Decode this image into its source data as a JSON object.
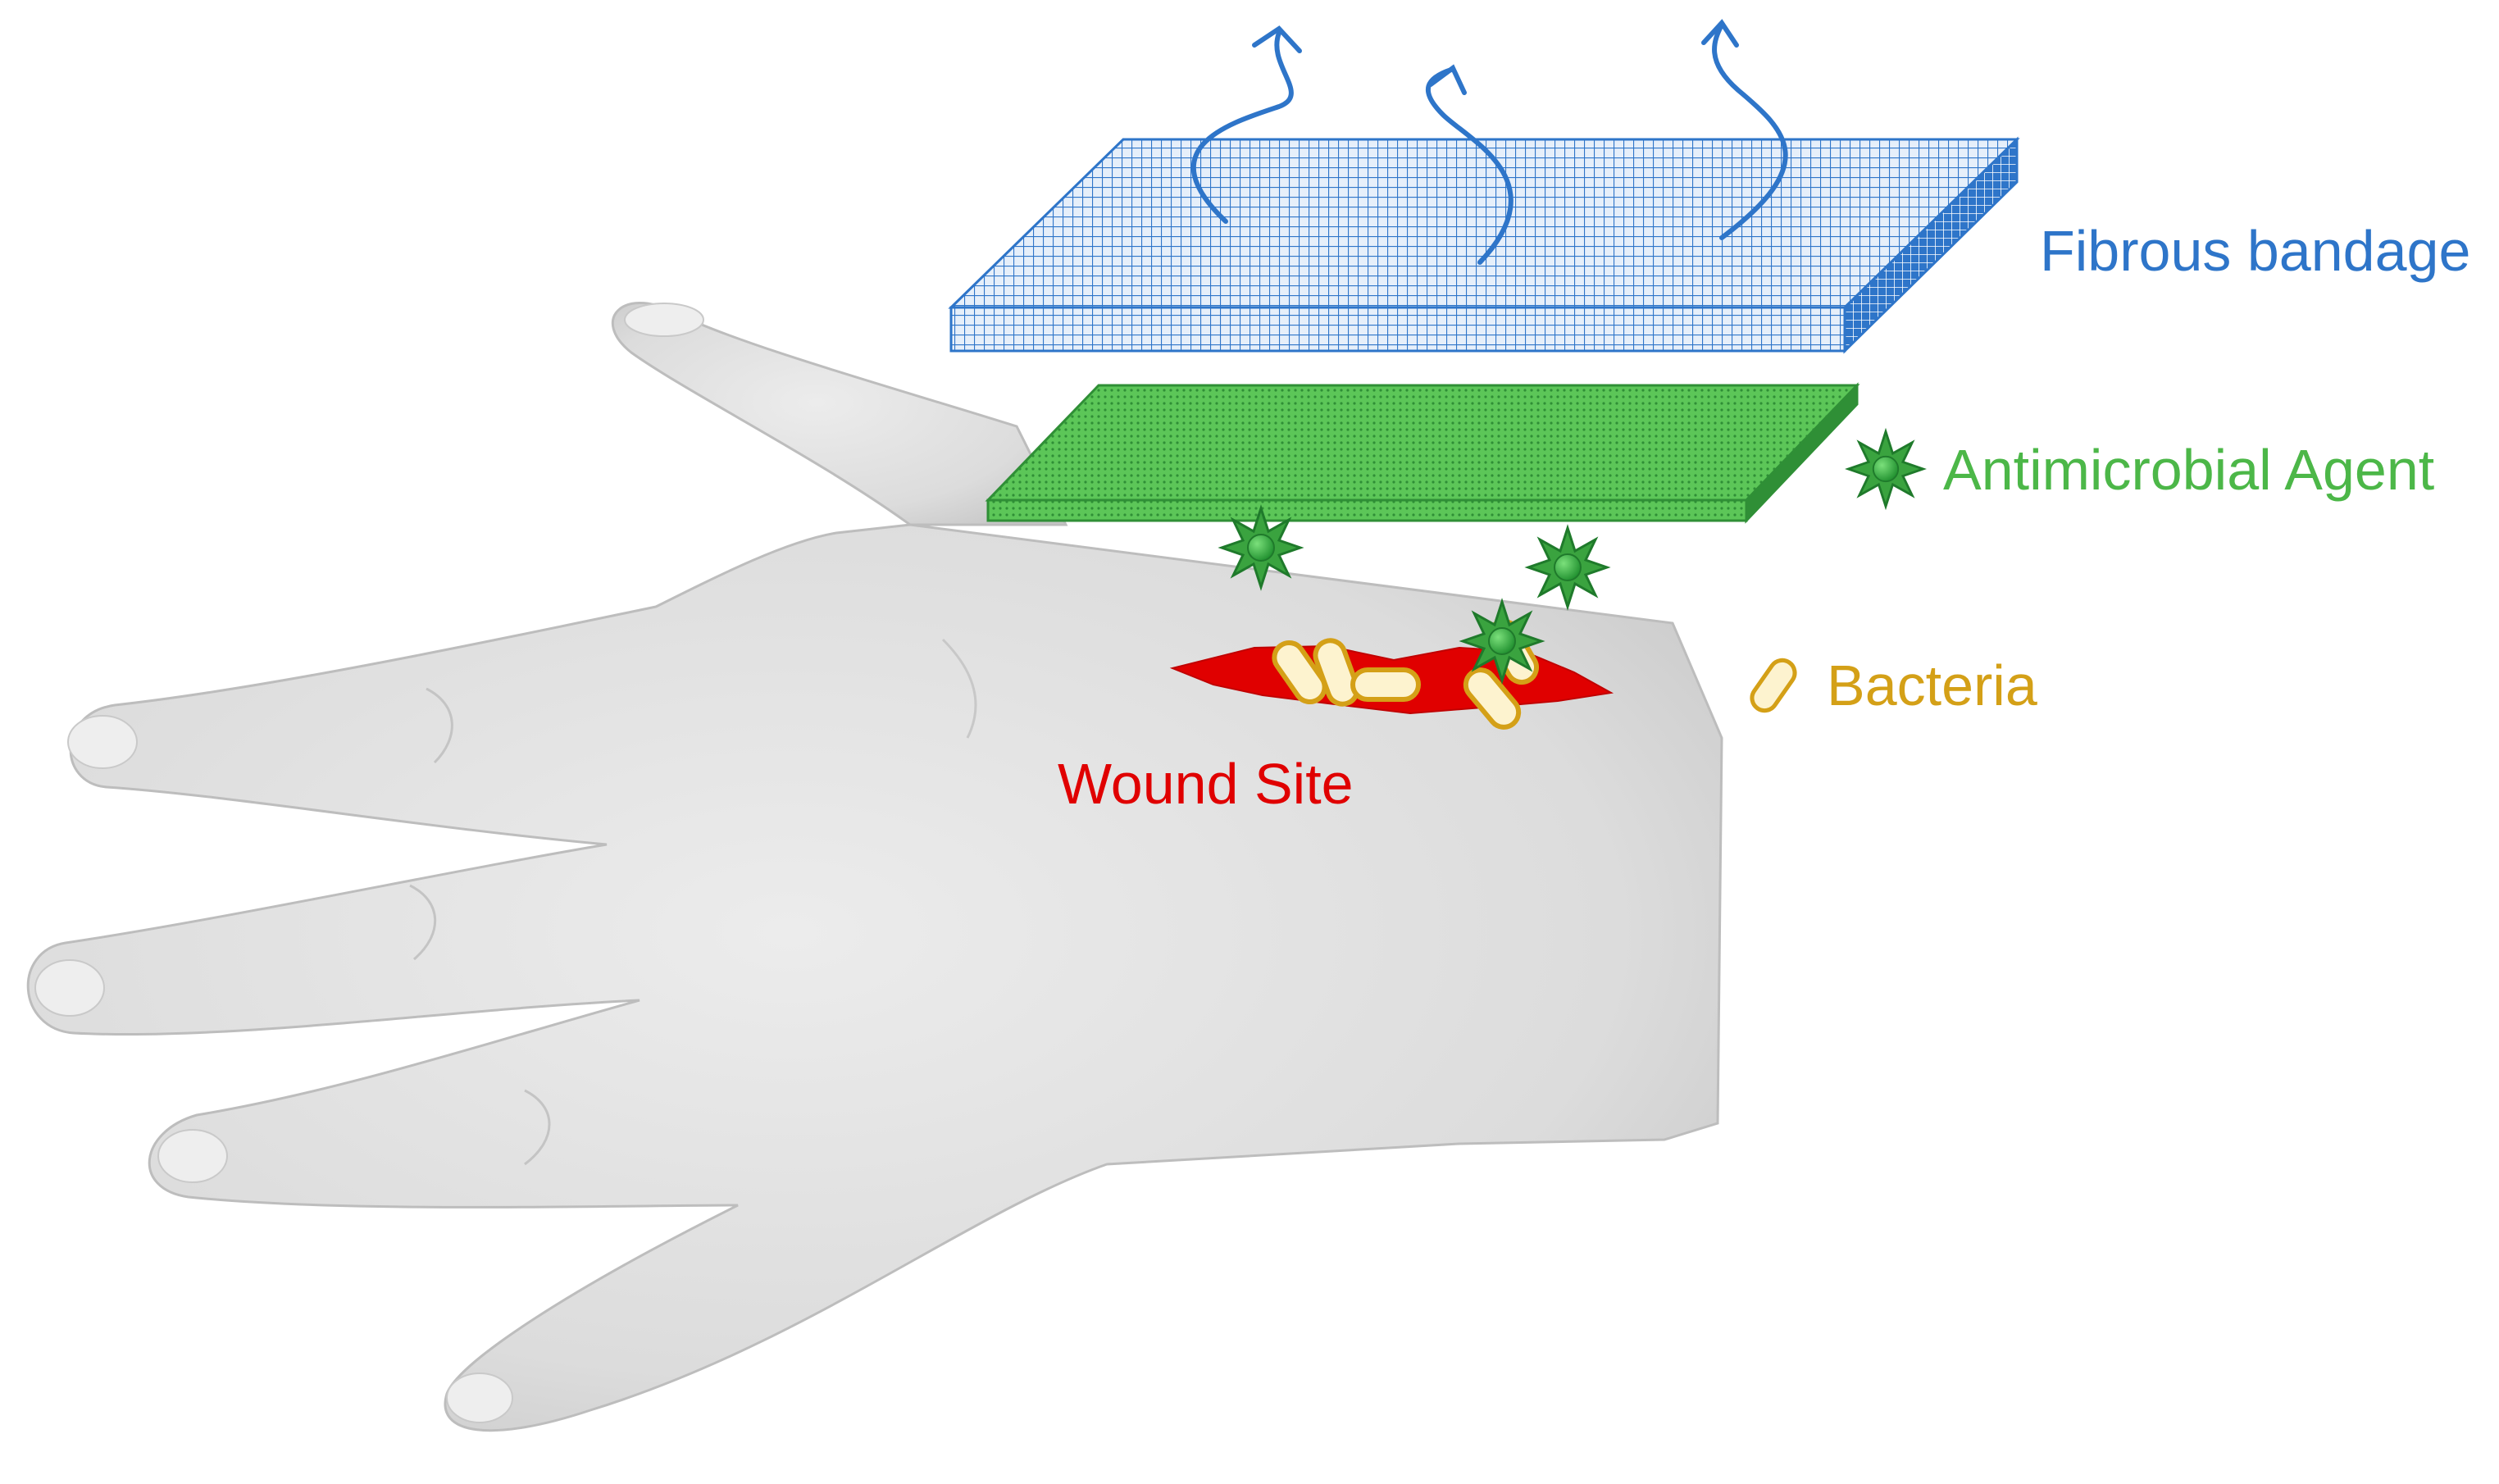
{
  "labels": {
    "bandage": "Fibrous bandage",
    "agent": "Antimicrobial Agent",
    "bacteria": "Bacteria",
    "wound": "Wound Site"
  },
  "colors": {
    "bandage": "#2e75c9",
    "agent": "#4cb748",
    "agent_dark": "#1f7a2b",
    "bacteria": "#d4a017",
    "bacteria_fill": "#fdf3cf",
    "wound": "#e00000",
    "skin": "#dcdcdc"
  },
  "icons": {
    "vapor": "arrow-up-wavy-icon",
    "agent": "star-burst-icon",
    "bacteria": "rod-bacterium-icon",
    "hand": "hand-illustration"
  }
}
